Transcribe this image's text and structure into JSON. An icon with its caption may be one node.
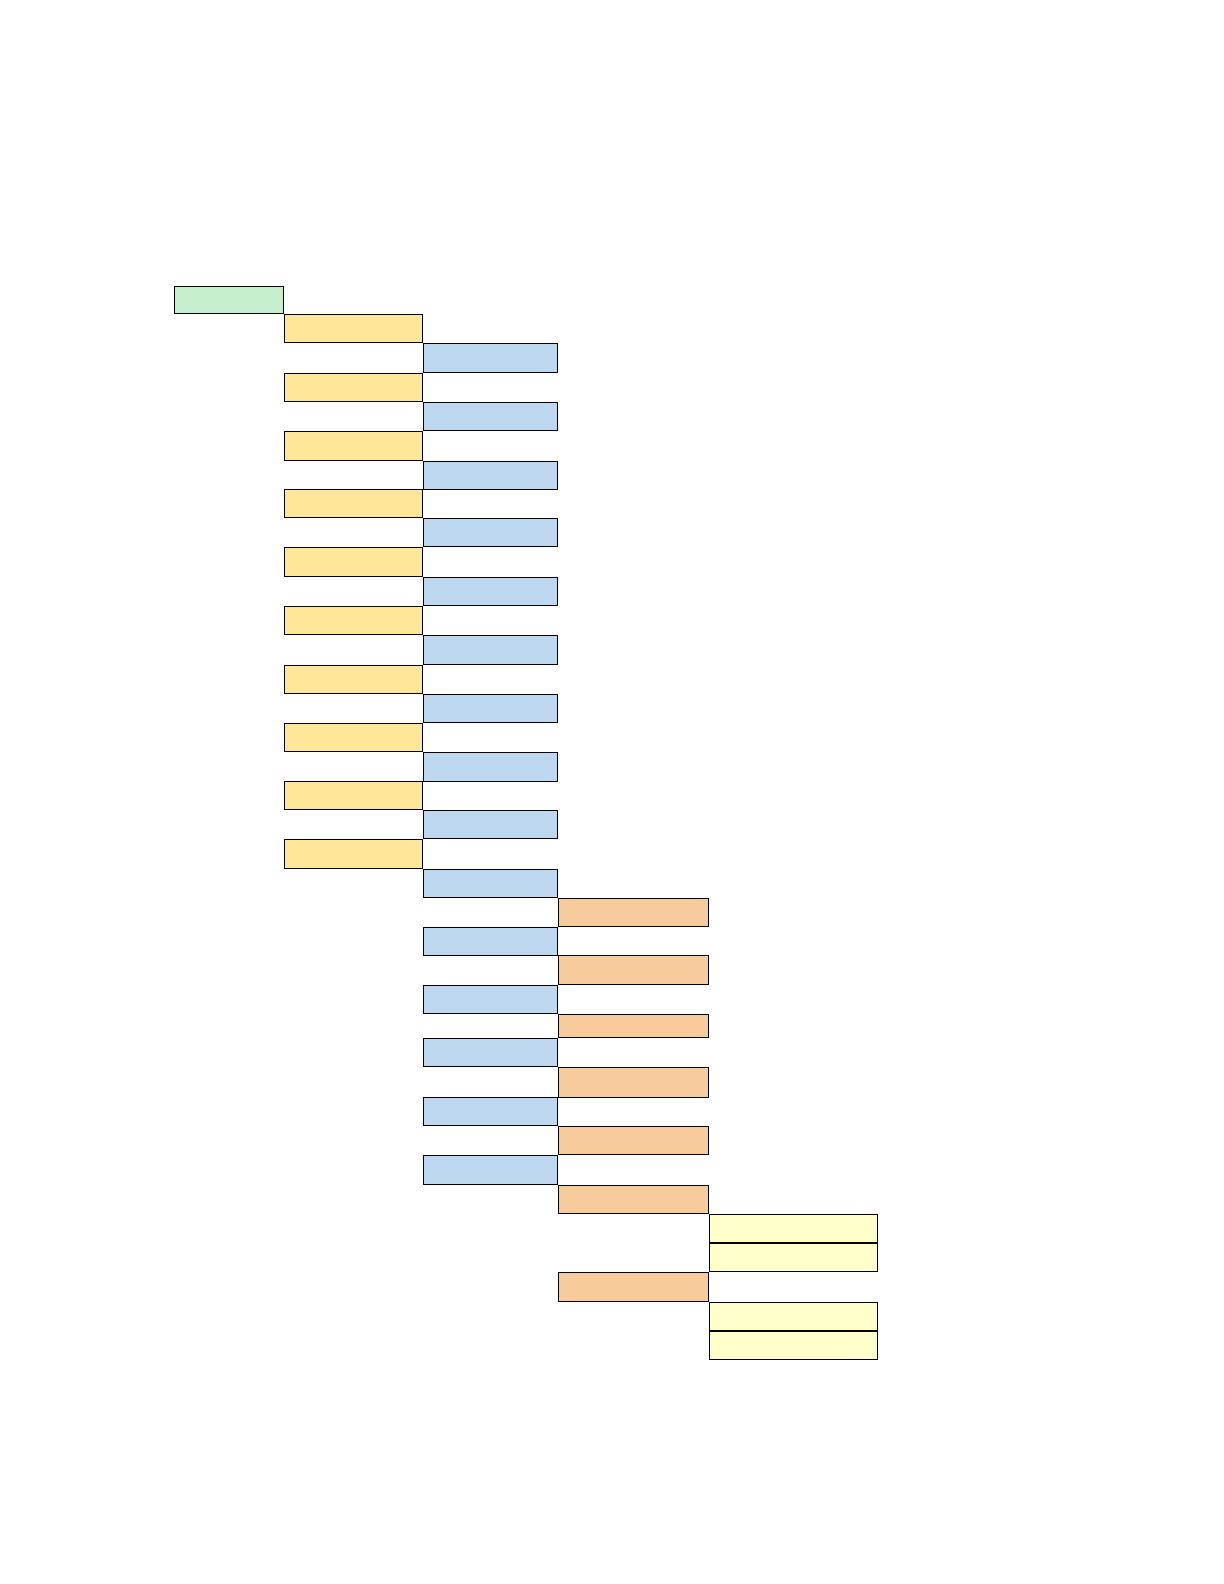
{
  "diagram": {
    "nodes": [
      {
        "text": [],
        "shape": "box"
      },
      {
        "text": [],
        "shape": "box"
      },
      {
        "text": [],
        "shape": "box"
      },
      {
        "text": [],
        "shape": "box"
      },
      {
        "text": [],
        "shape": "box"
      },
      {
        "text": [],
        "shape": "box"
      },
      {
        "text": [],
        "shape": "box"
      },
      {
        "text": [],
        "shape": "box"
      },
      {
        "text": [],
        "shape": "box"
      },
      {
        "text": [],
        "shape": "box"
      },
      {
        "text": [],
        "shape": "box"
      },
      {
        "text": [],
        "shape": "box"
      },
      {
        "text": [],
        "shape": "box"
      },
      {
        "text": [],
        "shape": "box"
      },
      {
        "text": [],
        "shape": "box"
      },
      {
        "text": [],
        "shape": "box"
      },
      {
        "text": [],
        "shape": "box"
      },
      {
        "text": [],
        "shape": "box"
      },
      {
        "text": [],
        "shape": "box"
      },
      {
        "text": [],
        "shape": "box"
      },
      {
        "text": [],
        "shape": "box"
      },
      {
        "text": [],
        "shape": "box"
      },
      {
        "text": [],
        "shape": "box"
      },
      {
        "text": [],
        "shape": "box"
      },
      {
        "text": [],
        "shape": "box"
      },
      {
        "text": [],
        "shape": "box"
      },
      {
        "text": [],
        "shape": "box"
      },
      {
        "text": [],
        "shape": "box"
      },
      {
        "text": [],
        "shape": "box"
      },
      {
        "text": [],
        "shape": "box"
      },
      {
        "text": [],
        "shape": "box"
      },
      {
        "text": [],
        "shape": "box"
      },
      {
        "text": [],
        "shape": "box"
      },
      {
        "text": [],
        "shape": "box"
      },
      {
        "text": [],
        "shape": "box"
      },
      {
        "text": [],
        "shape": "box"
      },
      {
        "text": [],
        "shape": "box"
      }
    ]
  }
}
